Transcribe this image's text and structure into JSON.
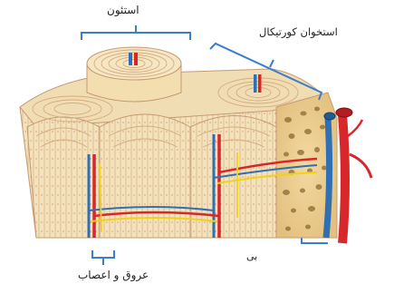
{
  "labels": {
    "osteon": "استئون",
    "cortical_bone": "استخوان کورتیکال",
    "vessels_nerves": "عروق و اعصاب",
    "partial": "بی"
  },
  "colors": {
    "bone_light": "#f6e6c4",
    "bone_mid": "#ecd3a6",
    "bone_line": "#c79a72",
    "artery": "#d8272b",
    "vein": "#2f6fb3",
    "nerve": "#f0d21a",
    "bracket": "#3b7ec9",
    "spongy_pore": "#8b6a33"
  }
}
